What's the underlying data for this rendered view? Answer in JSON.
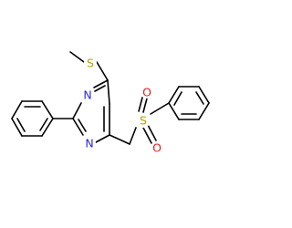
{
  "atoms": {
    "s_methylthio": {
      "symbol": "S",
      "color": "#b8a000"
    },
    "n_ring_upper": {
      "symbol": "N",
      "color": "#2b2bd6"
    },
    "n_ring_lower": {
      "symbol": "N",
      "color": "#2b2bd6"
    },
    "s_sulfonyl": {
      "symbol": "S",
      "color": "#b8a000"
    },
    "o_sulfonyl_upper": {
      "symbol": "O",
      "color": "#e02020"
    },
    "o_sulfonyl_lower": {
      "symbol": "O",
      "color": "#e02020"
    }
  }
}
